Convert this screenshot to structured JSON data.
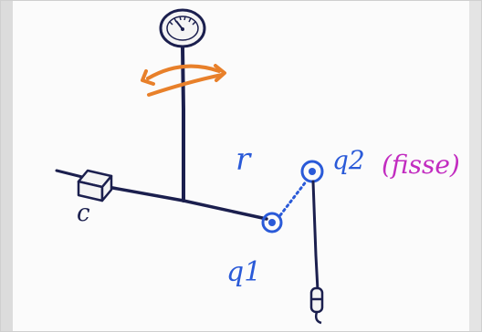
{
  "labels": {
    "c": "c",
    "r": "r",
    "q1": "q1",
    "q2": "q2",
    "fixed_note": "(fisse)"
  },
  "colors": {
    "ink": "#1b1f4e",
    "blue": "#2a5ad8",
    "orange": "#e8802a",
    "magenta": "#c22cc0",
    "paper": "#fbfbfb",
    "edge_shadow": "#d9d9d9"
  },
  "icons": {
    "gauge": "dial-gauge-icon",
    "rotation": "rotation-arrows-icon",
    "counterweight": "cube-counterweight-icon",
    "weight": "hanging-weight-icon"
  }
}
